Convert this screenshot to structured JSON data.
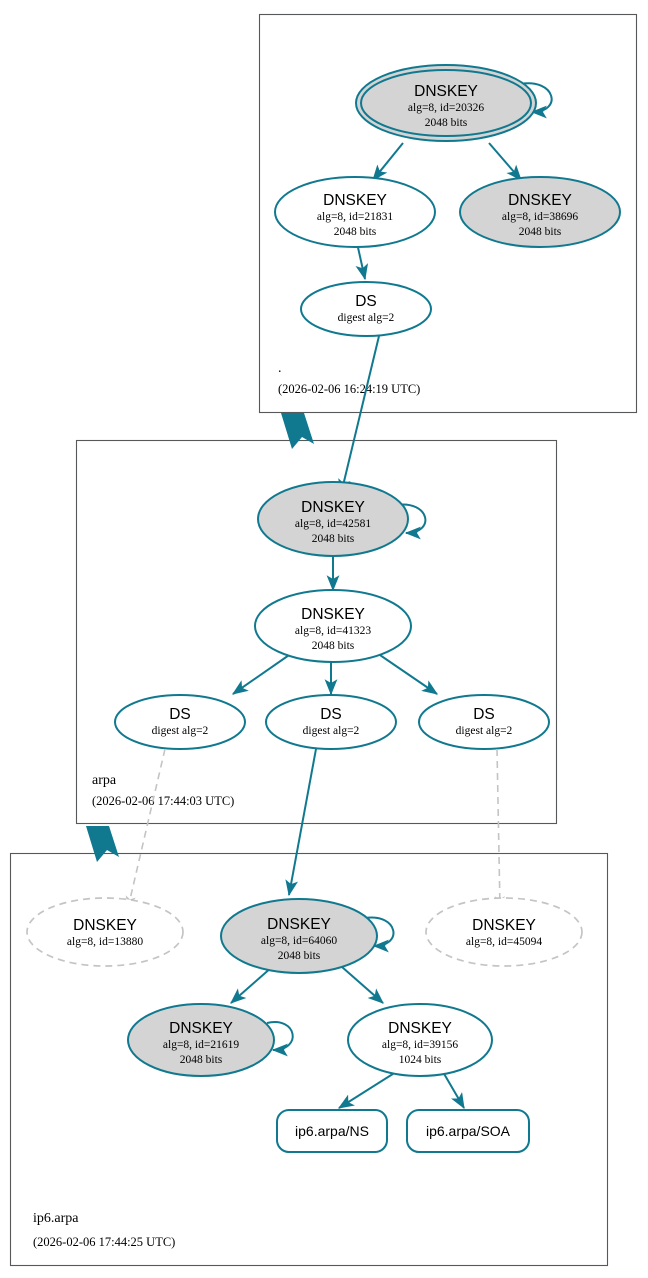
{
  "diagram": {
    "kind": "dnssec-chain-of-trust",
    "colors": {
      "accent": "#10798f",
      "secure_key_fill": "#d4d4d4",
      "plain_key_fill": "#ffffff",
      "ghost_stroke": "#c4c4c4",
      "zone_border": "#57585a",
      "text": "#000000",
      "background": "#ffffff"
    }
  },
  "zones": [
    {
      "id": "root",
      "name": ".",
      "timestamp": "(2026-02-06 16:24:19 UTC)",
      "nodes": [
        {
          "id": "root-ksk-20326",
          "type": "DNSKEY",
          "title": "DNSKEY",
          "line2": "alg=8, id=20326",
          "line3": "2048 bits",
          "style": "trust-anchor",
          "self_signed": true
        },
        {
          "id": "root-zsk-21831",
          "type": "DNSKEY",
          "title": "DNSKEY",
          "line2": "alg=8, id=21831",
          "line3": "2048 bits",
          "style": "plain",
          "self_signed": false
        },
        {
          "id": "root-key-38696",
          "type": "DNSKEY",
          "title": "DNSKEY",
          "line2": "alg=8, id=38696",
          "line3": "2048 bits",
          "style": "secure",
          "self_signed": false
        },
        {
          "id": "root-ds-arpa",
          "type": "DS",
          "title": "DS",
          "line2": "digest alg=2",
          "line3": "",
          "style": "plain",
          "self_signed": false
        }
      ]
    },
    {
      "id": "arpa",
      "name": "arpa",
      "timestamp": "(2026-02-06 17:44:03 UTC)",
      "nodes": [
        {
          "id": "arpa-ksk-42581",
          "type": "DNSKEY",
          "title": "DNSKEY",
          "line2": "alg=8, id=42581",
          "line3": "2048 bits",
          "style": "secure",
          "self_signed": true
        },
        {
          "id": "arpa-zsk-41323",
          "type": "DNSKEY",
          "title": "DNSKEY",
          "line2": "alg=8, id=41323",
          "line3": "2048 bits",
          "style": "plain",
          "self_signed": false
        },
        {
          "id": "arpa-ds-left",
          "type": "DS",
          "title": "DS",
          "line2": "digest alg=2",
          "line3": "",
          "style": "plain",
          "self_signed": false
        },
        {
          "id": "arpa-ds-mid",
          "type": "DS",
          "title": "DS",
          "line2": "digest alg=2",
          "line3": "",
          "style": "plain",
          "self_signed": false
        },
        {
          "id": "arpa-ds-right",
          "type": "DS",
          "title": "DS",
          "line2": "digest alg=2",
          "line3": "",
          "style": "plain",
          "self_signed": false
        }
      ]
    },
    {
      "id": "ip6arpa",
      "name": "ip6.arpa",
      "timestamp": "(2026-02-06 17:44:25 UTC)",
      "nodes": [
        {
          "id": "ip6-ghost-13880",
          "type": "DNSKEY",
          "title": "DNSKEY",
          "line2": "alg=8, id=13880",
          "line3": "",
          "style": "ghost",
          "self_signed": false
        },
        {
          "id": "ip6-ksk-64060",
          "type": "DNSKEY",
          "title": "DNSKEY",
          "line2": "alg=8, id=64060",
          "line3": "2048 bits",
          "style": "secure",
          "self_signed": true
        },
        {
          "id": "ip6-ghost-45094",
          "type": "DNSKEY",
          "title": "DNSKEY",
          "line2": "alg=8, id=45094",
          "line3": "",
          "style": "ghost",
          "self_signed": false
        },
        {
          "id": "ip6-key-21619",
          "type": "DNSKEY",
          "title": "DNSKEY",
          "line2": "alg=8, id=21619",
          "line3": "2048 bits",
          "style": "secure",
          "self_signed": true
        },
        {
          "id": "ip6-zsk-39156",
          "type": "DNSKEY",
          "title": "DNSKEY",
          "line2": "alg=8, id=39156",
          "line3": "1024 bits",
          "style": "plain",
          "self_signed": false
        },
        {
          "id": "ip6-rr-ns",
          "type": "RRset",
          "title": "ip6.arpa/NS",
          "line2": "",
          "line3": "",
          "style": "rrset",
          "self_signed": false
        },
        {
          "id": "ip6-rr-soa",
          "type": "RRset",
          "title": "ip6.arpa/SOA",
          "line2": "",
          "line3": "",
          "style": "rrset",
          "self_signed": false
        }
      ]
    }
  ]
}
